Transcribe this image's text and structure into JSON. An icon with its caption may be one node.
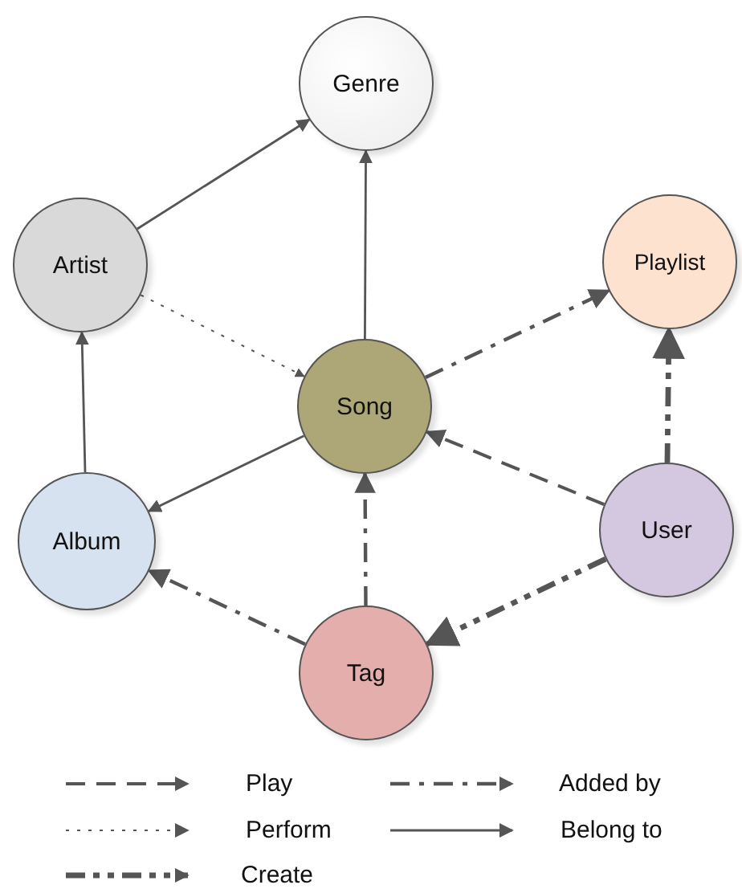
{
  "diagram": {
    "nodes": [
      {
        "text": [
          "Genre"
        ]
      },
      {
        "text": [
          "Artist"
        ]
      },
      {
        "text": [
          "Playlist"
        ]
      },
      {
        "text": [
          "Song"
        ]
      },
      {
        "text": [
          "Album"
        ]
      },
      {
        "text": [
          "User"
        ]
      },
      {
        "text": [
          "Tag"
        ]
      }
    ],
    "edges": [
      {
        "from": 1,
        "to": 0,
        "arrow": "to"
      },
      {
        "from": 3,
        "to": 0,
        "arrow": "to"
      },
      {
        "from": 1,
        "to": 3,
        "arrow": "to",
        "style": "dashed"
      },
      {
        "from": 3,
        "to": 2,
        "arrow": "to",
        "style": "dashed"
      },
      {
        "from": 3,
        "to": 4,
        "arrow": "to"
      },
      {
        "from": 4,
        "to": 1,
        "arrow": "to"
      },
      {
        "from": 5,
        "to": 3,
        "arrow": "to",
        "style": "dashed"
      },
      {
        "from": 6,
        "to": 3,
        "arrow": "to",
        "style": "dashed"
      },
      {
        "from": 5,
        "to": 2,
        "arrow": "to",
        "style": "dashed"
      },
      {
        "from": 5,
        "to": 6,
        "arrow": "to",
        "style": "dashed"
      },
      {
        "from": 6,
        "to": 4,
        "arrow": "to",
        "style": "dashed"
      }
    ],
    "legend": [
      {
        "text": "Play"
      },
      {
        "text": "Added by"
      },
      {
        "text": "Perform"
      },
      {
        "text": "Belong to"
      },
      {
        "text": "Create"
      }
    ]
  }
}
